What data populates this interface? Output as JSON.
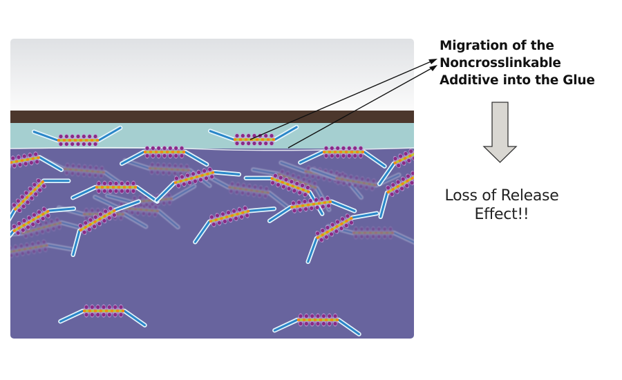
{
  "annotation": {
    "lines": [
      "Migration of the",
      "Noncrosslinkable",
      "Additive into the Glue"
    ]
  },
  "result": {
    "lines": [
      "Loss of Release",
      "Effect!!"
    ]
  },
  "arrow_icon": "down-arrow",
  "layers": [
    {
      "name": "release-liner-backing",
      "color": "#e8e9eb"
    },
    {
      "name": "substrate",
      "color": "#4c372c"
    },
    {
      "name": "release-coating",
      "color": "#a5cfd0"
    },
    {
      "name": "adhesive-glue",
      "color": "#68649e"
    }
  ],
  "colors": {
    "molecule_rod": "#2a86c8",
    "molecule_rod_glow": "#e3f4fb",
    "molecule_chain": "#f08a12",
    "molecule_chain_alt": "#b6c93a",
    "molecule_bead": "#8a2a86",
    "molecule_bead_halo": "#c7a3d9",
    "arrow_fill": "#d9d7d2",
    "arrow_stroke": "#333333",
    "pointer_line": "#111111"
  }
}
